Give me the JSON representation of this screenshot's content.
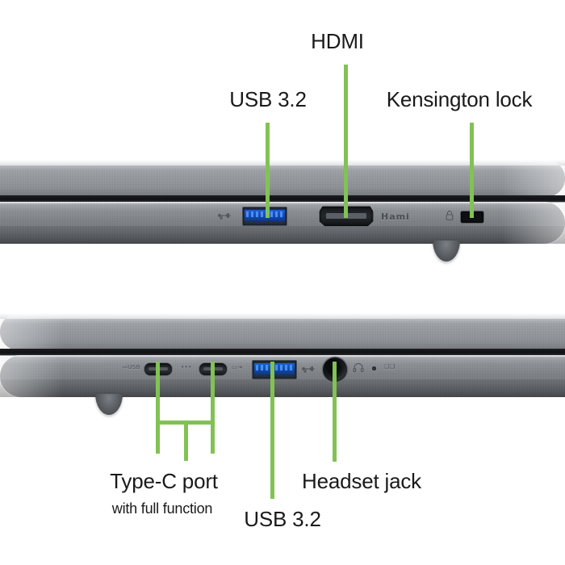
{
  "image": {
    "subject": "Laptop side profiles with port callouts",
    "accent_color": "#82c254",
    "text_color": "#1a1a1a",
    "background": "#ffffff"
  },
  "callouts": {
    "top": [
      {
        "id": "usb32-top",
        "label": "USB 3.2"
      },
      {
        "id": "hdmi",
        "label": "HDMI"
      },
      {
        "id": "kensington",
        "label": "Kensington lock"
      }
    ],
    "bottom": [
      {
        "id": "type-c",
        "label": "Type-C port",
        "sublabel": "with full function"
      },
      {
        "id": "usb32-bottom",
        "label": "USB 3.2"
      },
      {
        "id": "headset",
        "label": "Headset jack"
      }
    ]
  },
  "top_laptop": {
    "name": "laptop-right-side",
    "ports": [
      {
        "name": "usb-a-port",
        "icon": "usb-icon",
        "type": "USB 3.2 Type-A"
      },
      {
        "name": "hdmi-port",
        "icon": "hdmi-icon",
        "type": "HDMI",
        "silkscreen": "Hami"
      },
      {
        "name": "kensington-slot",
        "icon": "kensington-lock-icon",
        "type": "Kensington lock slot"
      }
    ]
  },
  "bottom_laptop": {
    "name": "laptop-left-side",
    "ports": [
      {
        "name": "usb-c-port-1",
        "icon": "usb-c-icon",
        "type": "Type-C",
        "silkscreen": "USB"
      },
      {
        "name": "usb-c-port-2",
        "icon": "usb-c-icon",
        "type": "Type-C",
        "silkscreen": "thunderbolt"
      },
      {
        "name": "usb-a-port",
        "icon": "usb-icon",
        "type": "USB 3.2 Type-A"
      },
      {
        "name": "headset-jack",
        "icon": "headset-icon",
        "type": "3.5mm combo audio"
      },
      {
        "name": "power-led",
        "icon": "led-indicator-icon",
        "type": "Status LED"
      },
      {
        "name": "battery-indicator",
        "icon": "battery-icon",
        "type": "Battery indicator"
      }
    ]
  }
}
